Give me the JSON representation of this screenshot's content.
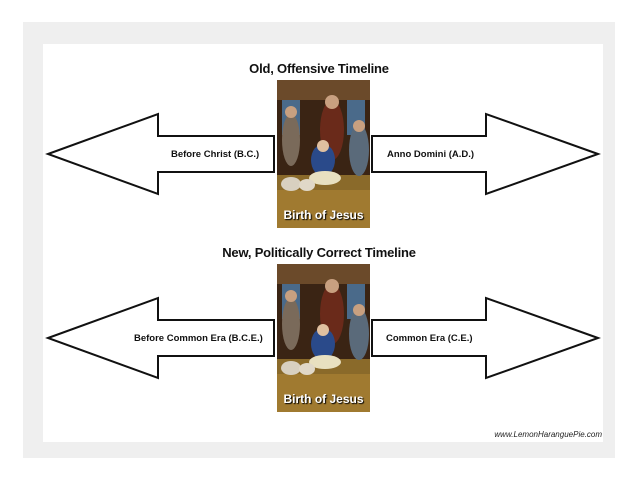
{
  "old_timeline": {
    "title": "Old, Offensive Timeline",
    "left_label": "Before Christ (B.C.)",
    "right_label": "Anno Domini (A.D.)",
    "image_caption": "Birth of Jesus"
  },
  "new_timeline": {
    "title": "New, Politically Correct Timeline",
    "left_label": "Before Common Era (B.C.E.)",
    "right_label": "Common Era (C.E.)",
    "image_caption": "Birth of Jesus"
  },
  "watermark": "www.LemonHaranguePie.com"
}
